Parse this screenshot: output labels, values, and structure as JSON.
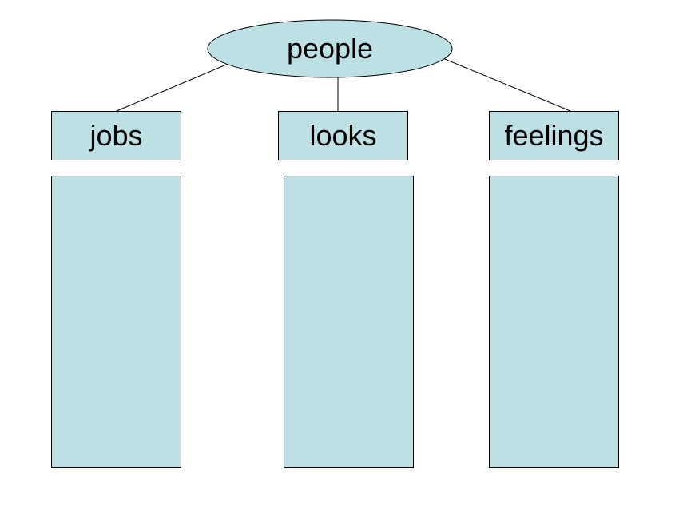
{
  "colors": {
    "fill": "#bde0e4",
    "stroke": "#000000",
    "text": "#000000",
    "background": "#ffffff"
  },
  "diagram": {
    "root": {
      "label": "people"
    },
    "categories": [
      {
        "label": "jobs"
      },
      {
        "label": "looks"
      },
      {
        "label": "feelings"
      }
    ]
  }
}
